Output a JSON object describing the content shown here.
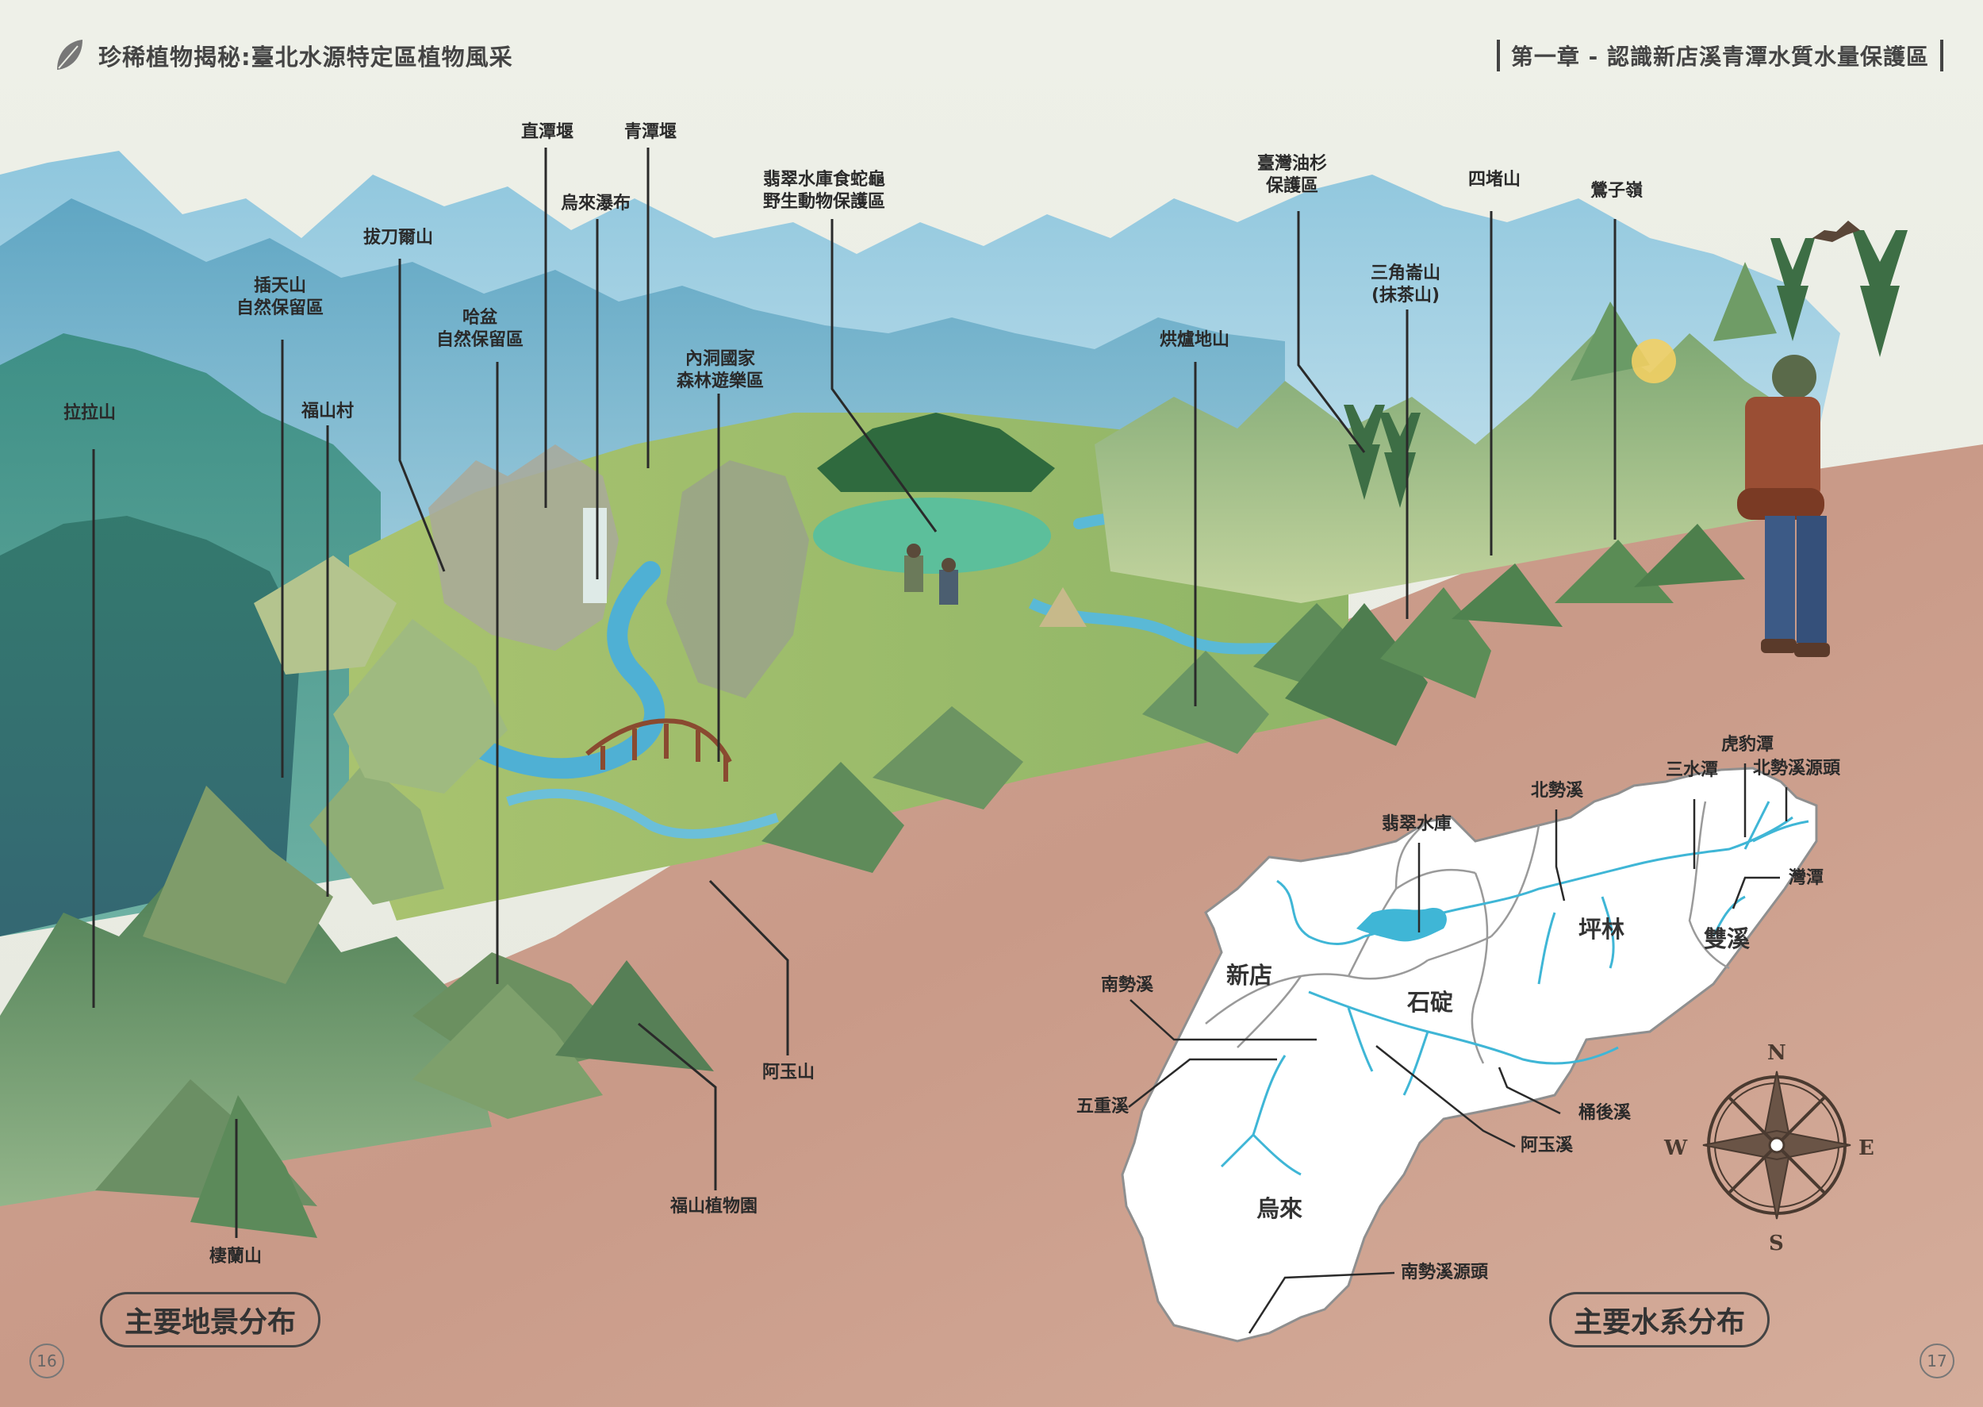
{
  "header": {
    "book_title": "珍稀植物揭秘:臺北水源特定區植物風采",
    "chapter_title": "第一章 - 認識新店溪青潭水質水量保護區"
  },
  "landscape_labels": [
    {
      "key": "lala",
      "text": "拉拉山"
    },
    {
      "key": "chatian",
      "text": "插天山\n自然保留區"
    },
    {
      "key": "fushan_village",
      "text": "福山村"
    },
    {
      "key": "badao",
      "text": "拔刀爾山"
    },
    {
      "key": "haben",
      "text": "哈盆\n自然保留區"
    },
    {
      "key": "zhitan",
      "text": "直潭堰"
    },
    {
      "key": "wulai_falls",
      "text": "烏來瀑布"
    },
    {
      "key": "qingtan",
      "text": "青潭堰"
    },
    {
      "key": "neidong",
      "text": "內洞國家\n森林遊樂區"
    },
    {
      "key": "feicui_turtle",
      "text": "翡翠水庫食蛇龜\n野生動物保護區"
    },
    {
      "key": "honglu",
      "text": "烘爐地山"
    },
    {
      "key": "taiwan_fir",
      "text": "臺灣油杉\n保護區"
    },
    {
      "key": "sanjiao",
      "text": "三角崙山\n(抹茶山)"
    },
    {
      "key": "sidu",
      "text": "四堵山"
    },
    {
      "key": "yingzi",
      "text": "鶯子嶺"
    },
    {
      "key": "ayu",
      "text": "阿玉山"
    },
    {
      "key": "fushan_garden",
      "text": "福山植物園"
    },
    {
      "key": "qilan",
      "text": "棲蘭山"
    }
  ],
  "water_labels": [
    {
      "key": "feicui_res",
      "text": "翡翠水庫"
    },
    {
      "key": "beishi",
      "text": "北勢溪"
    },
    {
      "key": "sanshui",
      "text": "三水潭"
    },
    {
      "key": "hubao",
      "text": "虎豹潭"
    },
    {
      "key": "beishi_src",
      "text": "北勢溪源頭"
    },
    {
      "key": "wantan",
      "text": "灣潭"
    },
    {
      "key": "nanshi",
      "text": "南勢溪"
    },
    {
      "key": "wuchong",
      "text": "五重溪"
    },
    {
      "key": "tonghou",
      "text": "桶後溪"
    },
    {
      "key": "ayu_creek",
      "text": "阿玉溪"
    },
    {
      "key": "nanshi_src",
      "text": "南勢溪源頭"
    }
  ],
  "districts": [
    {
      "key": "xindian",
      "text": "新店"
    },
    {
      "key": "shiding",
      "text": "石碇"
    },
    {
      "key": "pinglin",
      "text": "坪林"
    },
    {
      "key": "shuangxi",
      "text": "雙溪"
    },
    {
      "key": "wulai",
      "text": "烏來"
    }
  ],
  "compass": {
    "n": "N",
    "s": "S",
    "e": "E",
    "w": "W"
  },
  "sections": {
    "landscape_title": "主要地景分布",
    "water_title": "主要水系分布"
  },
  "pages": {
    "left": "16",
    "right": "17"
  },
  "colors": {
    "sky": "#ebede4",
    "ground": "#caa090",
    "river": "#3fb6d6",
    "mountain_green": "#5f8e5c",
    "mountain_blue": "#79b4cf"
  }
}
